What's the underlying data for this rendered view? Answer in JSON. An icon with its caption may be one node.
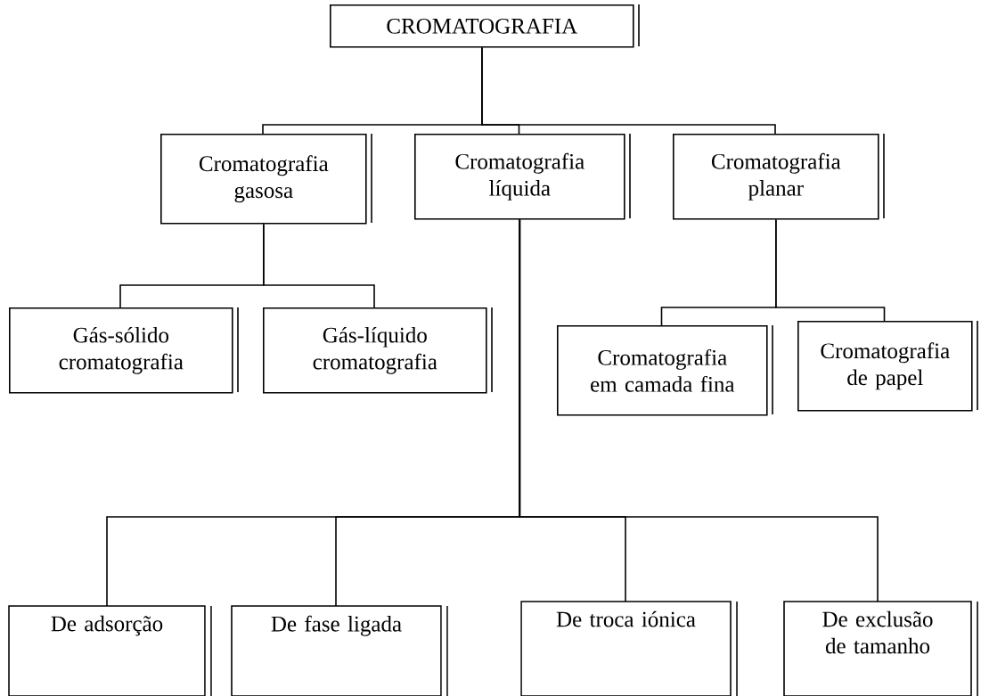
{
  "diagram": {
    "nodes": [
      {
        "text": [
          "CROMATOGRAFIA"
        ]
      },
      {
        "text": [
          "Cromatografia gasosa"
        ]
      },
      {
        "text": [
          "Cromatografia líquida"
        ]
      },
      {
        "text": [
          "Cromatografia planar"
        ]
      },
      {
        "text": [
          "Gás-sólido cromatografia"
        ]
      },
      {
        "text": [
          "Gás-líquido cromatografia"
        ]
      },
      {
        "text": [
          "Cromatografia em camada fina"
        ]
      },
      {
        "text": [
          "Cromatografia de papel"
        ]
      },
      {
        "text": [
          "De adsorção"
        ]
      },
      {
        "text": [
          "De fase ligada"
        ]
      },
      {
        "text": [
          "De troca iónica"
        ]
      },
      {
        "text": [
          "De exclusão de tamanho"
        ]
      }
    ],
    "edges": [
      {
        "from": 0,
        "to": 1,
        "arrow": "none"
      },
      {
        "from": 0,
        "to": 2,
        "arrow": "none"
      },
      {
        "from": 0,
        "to": 3,
        "arrow": "none"
      },
      {
        "from": 1,
        "to": 4,
        "arrow": "none"
      },
      {
        "from": 1,
        "to": 5,
        "arrow": "none"
      },
      {
        "from": 3,
        "to": 6,
        "arrow": "none"
      },
      {
        "from": 3,
        "to": 7,
        "arrow": "none"
      },
      {
        "from": 2,
        "to": 8,
        "arrow": "none"
      },
      {
        "from": 2,
        "to": 9,
        "arrow": "none"
      },
      {
        "from": 2,
        "to": 10,
        "arrow": "none"
      },
      {
        "from": 2,
        "to": 11,
        "arrow": "none"
      }
    ]
  }
}
